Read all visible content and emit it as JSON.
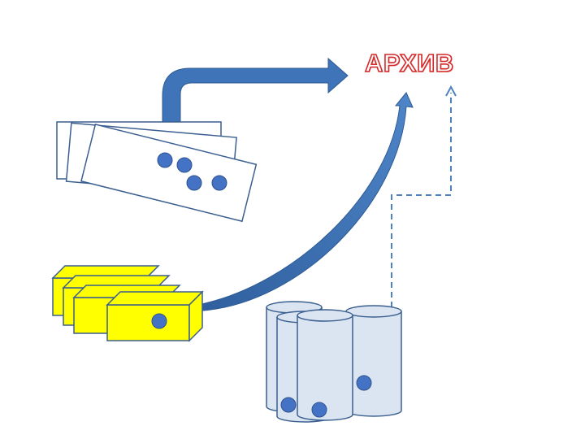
{
  "title": {
    "text": "АРХИВ"
  },
  "colors": {
    "title_stroke": "#d42a2a",
    "arrow_blue": "#3f74b8",
    "outline_blue": "#3b5f8f",
    "dot_fill": "#4472c4",
    "block_yellow": "#ffff00",
    "cylinder_fill": "#dbe5f1",
    "dashed_line": "#4f81bd"
  },
  "nodes": [
    {
      "id": "paper-documents",
      "icon": "stacked-papers-icon"
    },
    {
      "id": "yellow-blocks",
      "icon": "stacked-blocks-icon"
    },
    {
      "id": "cylinders",
      "icon": "database-cylinders-icon"
    },
    {
      "id": "archive",
      "icon": "archive-label"
    }
  ],
  "edges": [
    {
      "from": "paper-documents",
      "to": "archive",
      "style": "thick-bent-arrow"
    },
    {
      "from": "yellow-blocks",
      "to": "archive",
      "style": "curved-arrow"
    },
    {
      "from": "cylinders",
      "to": "archive",
      "style": "dashed-arrow"
    }
  ]
}
